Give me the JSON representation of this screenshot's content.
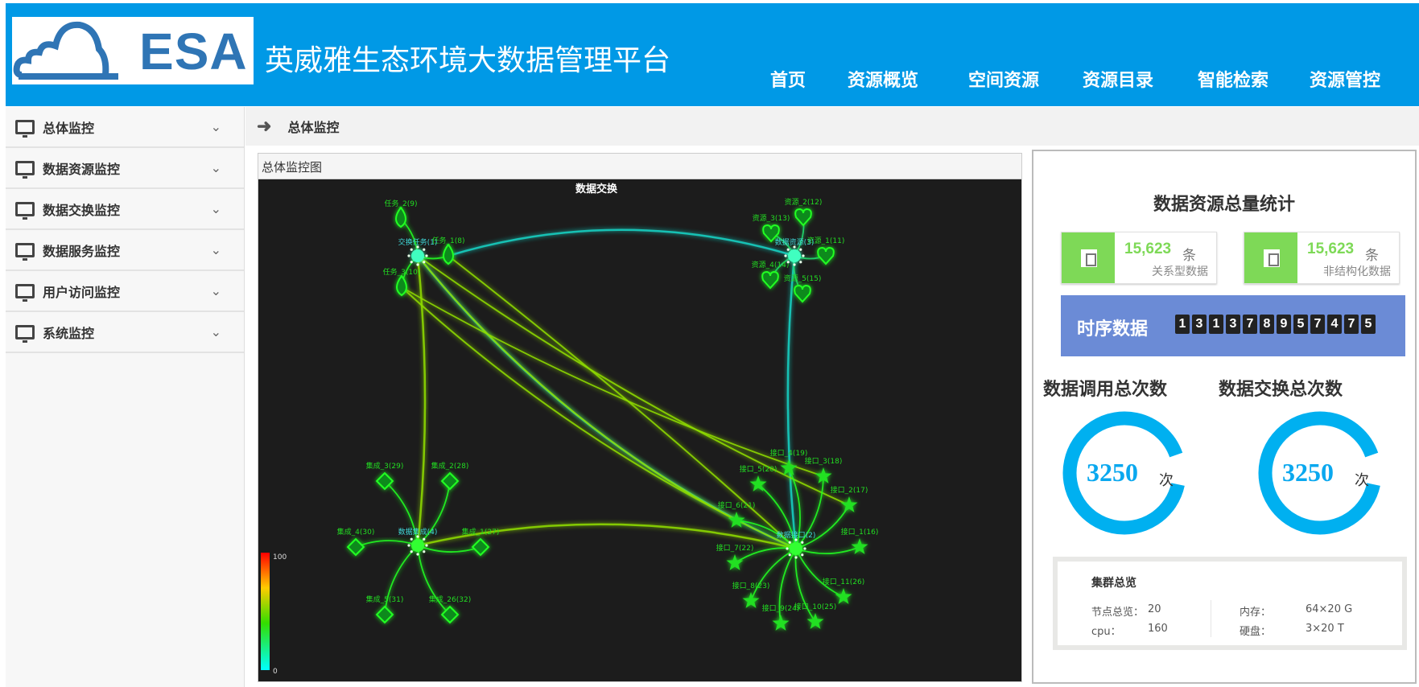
{
  "header": {
    "logo_text": "ESA",
    "title": "英威雅生态环境大数据管理平台",
    "nav": [
      "首页",
      "资源概览",
      "空间资源",
      "资源目录",
      "智能检索",
      "资源管控"
    ]
  },
  "sidebar": {
    "items": [
      "总体监控",
      "数据资源监控",
      "数据交换监控",
      "数据服务监控",
      "用户访问监控",
      "系统监控"
    ]
  },
  "breadcrumb": {
    "current": "总体监控"
  },
  "graph_panel": {
    "title": "总体监控图",
    "chart_title": "数据交换",
    "legend_max": "100",
    "legend_min": "0",
    "hubs": [
      "交换任务(1)",
      "数据资源(3)",
      "数据集成(4)",
      "数据接口(2)"
    ],
    "task_nodes": [
      "任务_2(9)",
      "任务_1(8)",
      "任务_3(10)"
    ],
    "resource_nodes": [
      "资源_2(12)",
      "资源_3(13)",
      "资源_1(11)",
      "资源_4(14)",
      "资源_5(15)"
    ],
    "integration_nodes": [
      "集成_3(29)",
      "集成_2(28)",
      "集成_4(30)",
      "集成_1(27)",
      "集成_5(31)",
      "集成_26(32)"
    ],
    "interface_nodes": [
      "接口_4(19)",
      "接口_3(18)",
      "接口_2(17)",
      "接口_1(16)",
      "接口_5(20)",
      "接口_6(21)",
      "接口_7(22)",
      "接口_8(23)",
      "接口_9(24)",
      "接口_10(25)",
      "接口_11(26)"
    ],
    "colors": {
      "cyan": "#19d3c5",
      "green": "#22ff22",
      "lime": "#8fdc00"
    }
  },
  "stats": {
    "title": "数据资源总量统计",
    "cards": [
      {
        "value": "15,623",
        "unit": "条",
        "label": "关系型数据"
      },
      {
        "value": "15,623",
        "unit": "条",
        "label": "非结构化数据"
      }
    ],
    "timeseries": {
      "label": "时序数据",
      "digits": [
        "1",
        "3",
        "1",
        "3",
        "7",
        "8",
        "9",
        "5",
        "7",
        "4",
        "7",
        "5"
      ]
    },
    "counters": [
      {
        "title": "数据调用总次数",
        "value": "3250",
        "unit": "次"
      },
      {
        "title": "数据交换总次数",
        "value": "3250",
        "unit": "次"
      }
    ],
    "ring_color": "#00b0f0",
    "cluster": {
      "title": "集群总览",
      "node_label": "节点总览：",
      "node_value": "20",
      "cpu_label": "cpu：",
      "cpu_value": "160",
      "mem_label": "内存：",
      "mem_value": "64×20 G",
      "disk_label": "硬盘：",
      "disk_value": "3×20 T"
    }
  }
}
